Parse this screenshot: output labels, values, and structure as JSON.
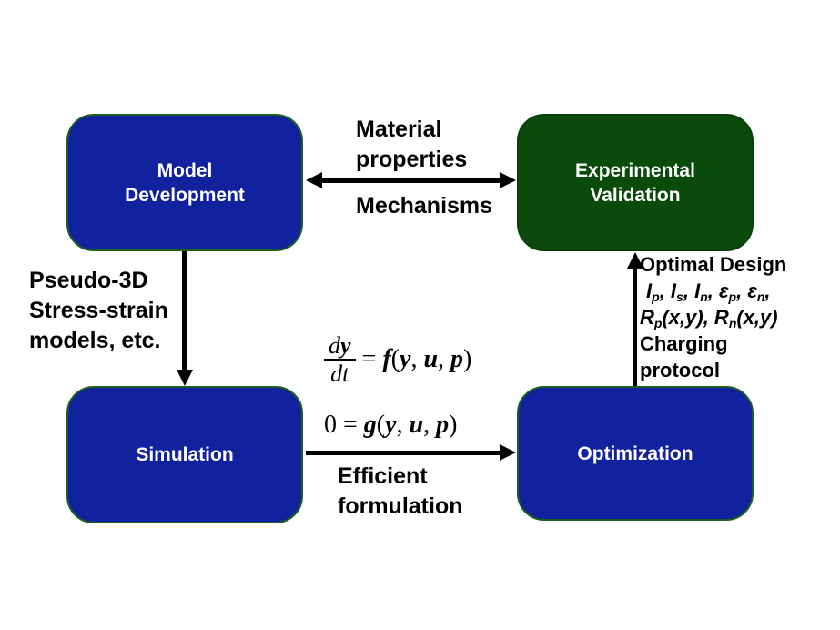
{
  "boxes": {
    "model_development": {
      "lines": [
        "Model",
        "Development"
      ]
    },
    "experimental_validation": {
      "lines": [
        "Experimental",
        "Validation"
      ]
    },
    "simulation": {
      "lines": [
        "Simulation"
      ]
    },
    "optimization": {
      "lines": [
        "Optimization"
      ]
    }
  },
  "labels": {
    "material_properties": {
      "lines": [
        "Material",
        "properties"
      ]
    },
    "mechanisms": "Mechanisms",
    "pseudo_3d": {
      "lines": [
        "Pseudo-3D",
        "Stress-strain",
        "models, etc."
      ]
    },
    "efficient_formulation": {
      "lines": [
        "Efficient",
        "formulation"
      ]
    },
    "optimal_design": {
      "title": "Optimal Design",
      "params_line1": [
        {
          "base": "I",
          "sub": "p",
          "sep": ", "
        },
        {
          "base": "I",
          "sub": "s",
          "sep": ", "
        },
        {
          "base": "I",
          "sub": "n",
          "sep": ", "
        },
        {
          "base": "ε",
          "sub": "p",
          "sep": ", "
        },
        {
          "base": "ε",
          "sub": "n",
          "sep": ","
        }
      ],
      "params_line2": [
        {
          "base": "R",
          "sub": "p",
          "after": "(x,y), "
        },
        {
          "base": "R",
          "sub": "n",
          "after": "(x,y)"
        }
      ],
      "charging": {
        "lines": [
          "Charging",
          "protocol"
        ]
      }
    }
  },
  "equations": {
    "ode": {
      "num_d": "d",
      "num_y": "y",
      "den": "dt",
      "equals": "=",
      "func": "f",
      "open": "(",
      "arg_y": "y",
      "comma1": ", ",
      "arg_u": "u",
      "comma2": ", ",
      "arg_p": "p",
      "close": ")"
    },
    "algebraic": {
      "zero": "0",
      "equals": "=",
      "func": "g",
      "open": "(",
      "arg_y": "y",
      "comma1": ", ",
      "arg_u": "u",
      "comma2": ", ",
      "arg_p": "p",
      "close": ")"
    }
  },
  "colors": {
    "box_blue": "#12229e",
    "box_green": "#0a4a0a",
    "box_border_green": "#1c5e20",
    "arrow_black": "#000000",
    "label_text": "#000000",
    "box_text": "#ffffff",
    "background": "#ffffff"
  }
}
